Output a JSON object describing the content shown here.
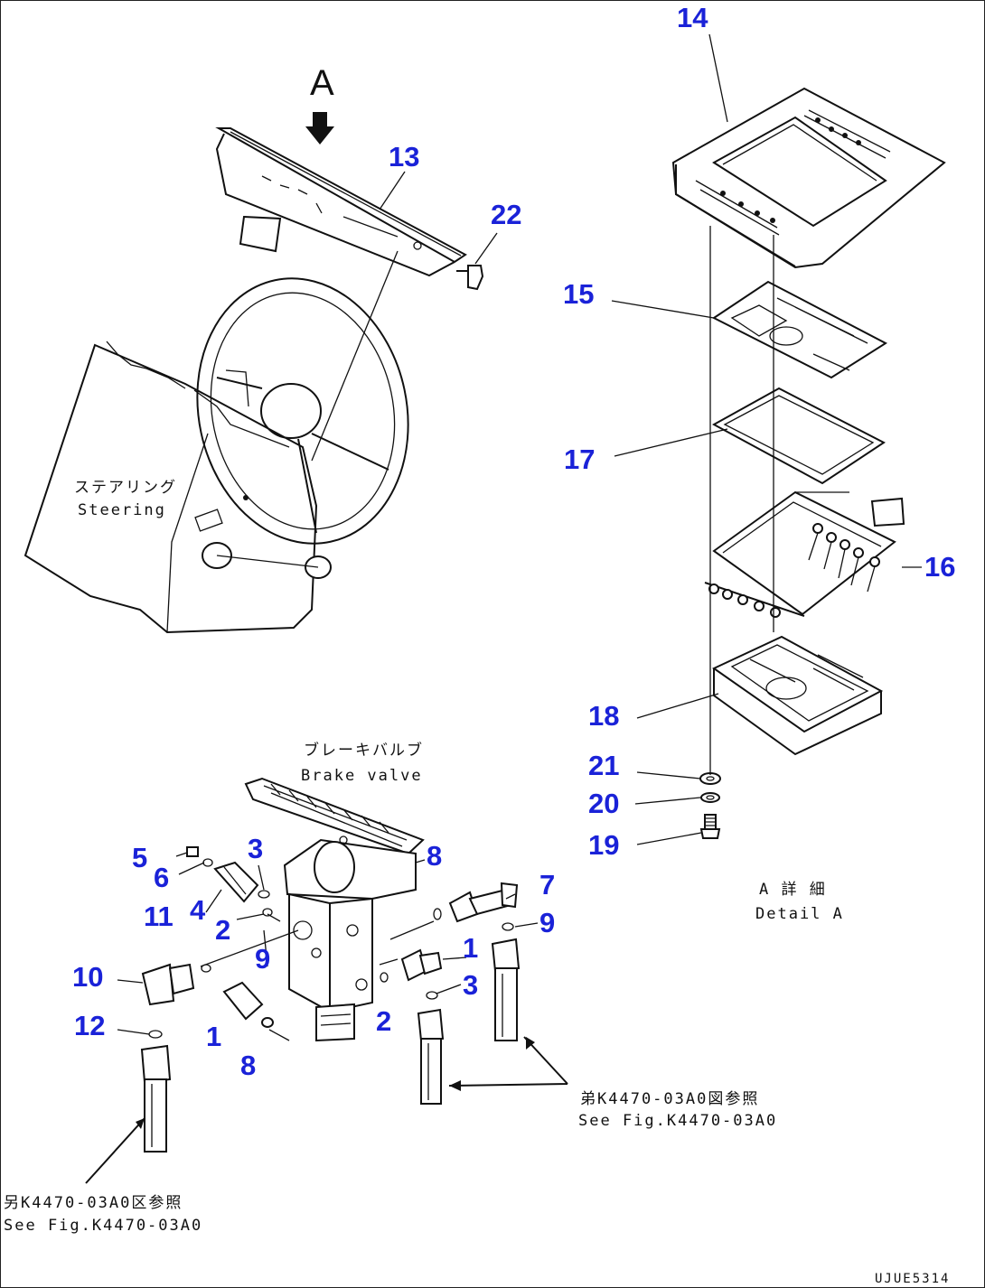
{
  "view_marker": "A",
  "callouts": {
    "c1a": "1",
    "c1b": "1",
    "c2a": "2",
    "c2b": "2",
    "c3a": "3",
    "c3b": "3",
    "c4": "4",
    "c5": "5",
    "c6": "6",
    "c7": "7",
    "c8a": "8",
    "c8b": "8",
    "c9a": "9",
    "c9b": "9",
    "c10": "10",
    "c11": "11",
    "c12": "12",
    "c13": "13",
    "c14": "14",
    "c15": "15",
    "c16": "16",
    "c17": "17",
    "c18": "18",
    "c19": "19",
    "c20": "20",
    "c21": "21",
    "c22": "22"
  },
  "labels": {
    "steering_jp": "ステアリング",
    "steering_en": "Steering",
    "brake_jp": "ブレーキバルブ",
    "brake_en": "Brake valve",
    "detail_jp": "A 詳 細",
    "detail_en": "Detail A",
    "ref_right_jp": "弟K4470-03A0図参照",
    "ref_right_en": "See Fig.K4470-03A0",
    "ref_left_jp": "另K4470-03A0区参照",
    "ref_left_en": "See Fig.K4470-03A0",
    "drawing_code": "UJUE5314"
  },
  "colors": {
    "callout": "#1a22d8",
    "line": "#111111"
  }
}
